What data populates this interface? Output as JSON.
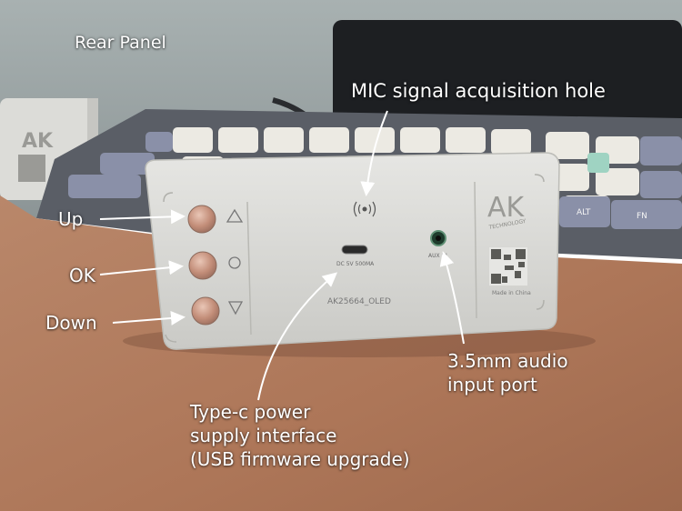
{
  "title": "Rear Panel",
  "callouts": {
    "mic": "MIC signal acquisition hole",
    "up": "Up",
    "ok": "OK",
    "down": "Down",
    "audio_line1": "3.5mm audio",
    "audio_line2": "input port",
    "typec_line1": "Type-c power",
    "typec_line2": "supply interface",
    "typec_line3": "(USB firmware upgrade)"
  },
  "device": {
    "brand": "AK",
    "brand_sub": "TECHNOLOGY",
    "made_in": "Made in China",
    "model": "AK25664_OLED",
    "power_rating": "DC 5V 500MA",
    "aux_label": "AUX IN",
    "side_box_brand": "AK"
  },
  "keyboard_keys": [
    "ALT",
    "FN"
  ],
  "colors": {
    "wall": "#9aa3a4",
    "desk_mat": "#b07a5c",
    "panel": "#d9d9d6",
    "button": "#c99682",
    "keycap_light": "#eceae3",
    "keycap_grey": "#8a90a8",
    "keycap_yellow": "#e8c247",
    "keycap_teal": "#9fd3c2",
    "arrow": "#ffffff"
  },
  "icons": [
    "up-triangle-icon",
    "circle-icon",
    "down-triangle-icon",
    "wireless-signal-icon"
  ]
}
